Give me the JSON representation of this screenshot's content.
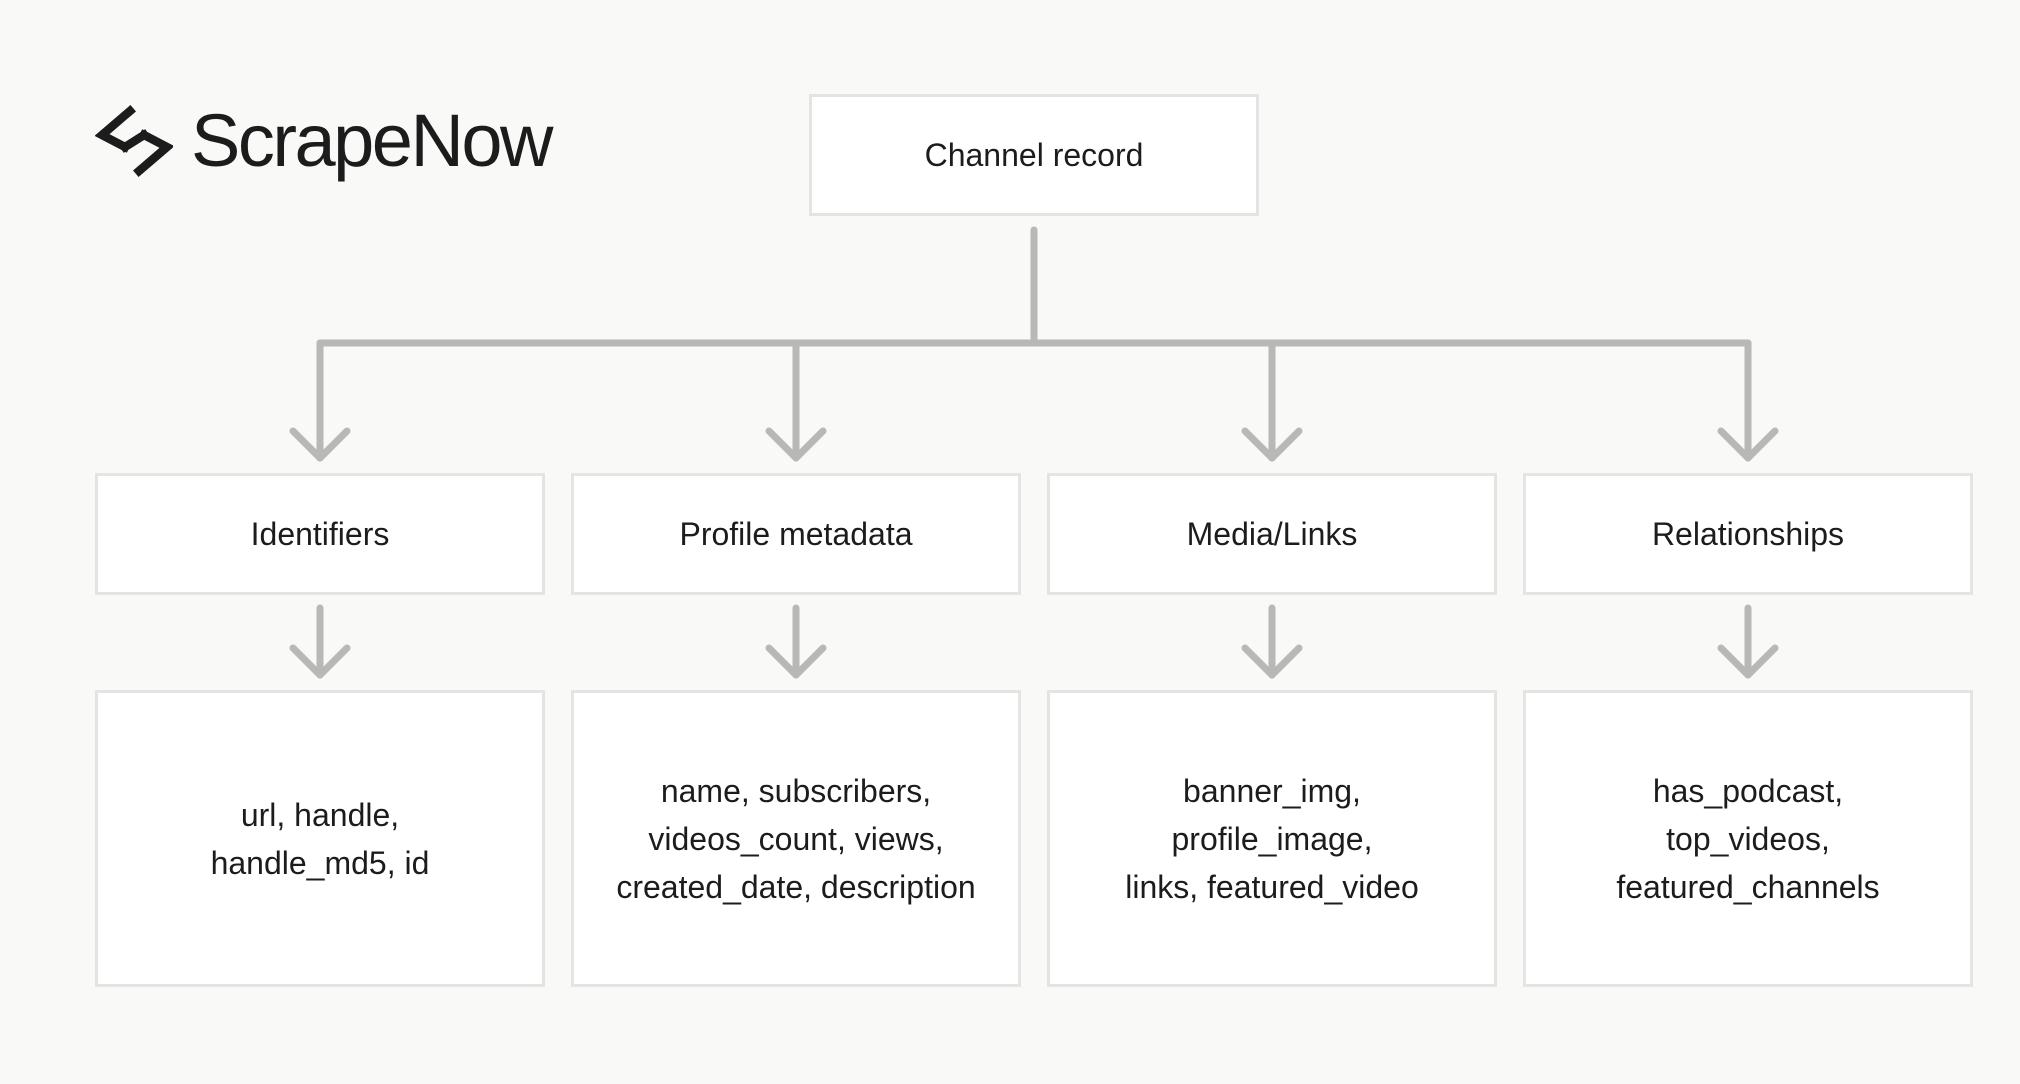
{
  "logo": {
    "name": "ScrapeNow",
    "icon": "scrapenow-logo-icon"
  },
  "colors": {
    "background": "#f9f9f8",
    "box_fill": "#ffffff",
    "box_border": "#e4e4e2",
    "connector": "#b8b8b6",
    "text": "#1c1c1c"
  },
  "diagram": {
    "root": "Channel record",
    "categories": [
      {
        "label": "Identifiers",
        "fields": "url, handle,\nhandle_md5, id"
      },
      {
        "label": "Profile metadata",
        "fields": "name, subscribers,\nvideos_count, views,\ncreated_date, description"
      },
      {
        "label": "Media/Links",
        "fields": "banner_img,\nprofile_image,\nlinks, featured_video"
      },
      {
        "label": "Relationships",
        "fields": "has_podcast,\ntop_videos,\nfeatured_channels"
      }
    ]
  }
}
